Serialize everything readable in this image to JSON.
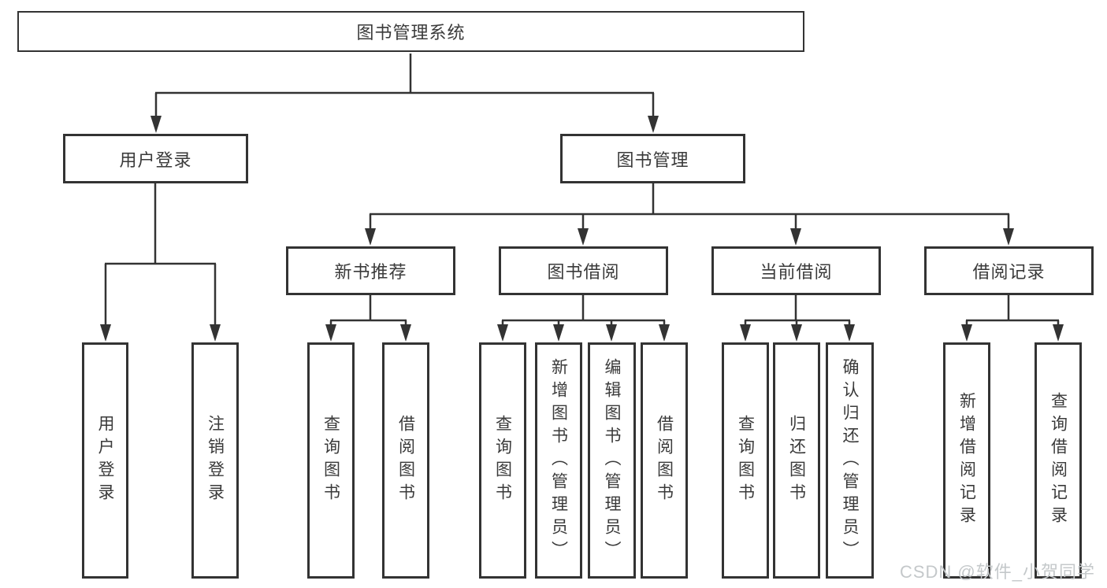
{
  "diagram": {
    "root": "图书管理系统",
    "level2": [
      "用户登录",
      "图书管理"
    ],
    "level3": [
      "新书推荐",
      "图书借阅",
      "当前借阅",
      "借阅记录"
    ],
    "leaves_user": [
      "用户登录",
      "注销登录"
    ],
    "leaves_recommend": [
      "查询图书",
      "借阅图书"
    ],
    "leaves_borrow": [
      "查询图书",
      "新增图书（管理员）",
      "编辑图书（管理员）",
      "借阅图书"
    ],
    "leaves_current": [
      "查询图书",
      "归还图书",
      "确认归还（管理员）"
    ],
    "leaves_record": [
      "新增借阅记录",
      "查询借阅记录"
    ]
  },
  "watermark": "CSDN @软件_小贺同学",
  "colors": {
    "line": "#333333",
    "text": "#3a3a3a",
    "background": "#ffffff",
    "watermark": "#c4c8ca"
  }
}
